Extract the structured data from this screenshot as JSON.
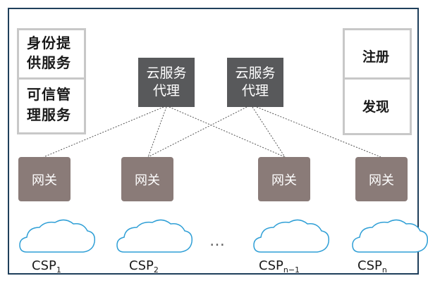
{
  "left_services": [
    {
      "line1": "身份提",
      "line2": "供服务"
    },
    {
      "line1": "可信管",
      "line2": "理服务"
    }
  ],
  "proxies": [
    {
      "line1": "云服务",
      "line2": "代理"
    },
    {
      "line1": "云服务",
      "line2": "代理"
    }
  ],
  "gateways": [
    "网关",
    "网关",
    "网关",
    "网关"
  ],
  "right_services": [
    "注册",
    "发现"
  ],
  "ellipsis": "…",
  "csps": [
    {
      "base": "CSP",
      "sub": "1"
    },
    {
      "base": "CSP",
      "sub": "2"
    },
    {
      "base": "CSP",
      "sub": "n−1"
    },
    {
      "base": "CSP",
      "sub": "n"
    }
  ],
  "colors": {
    "frame": "#1f3f5b",
    "proxy": "#58595b",
    "gateway": "#8a7b78",
    "cloud_stroke": "#2f9fd6",
    "panel_border": "#c8c8c8"
  }
}
